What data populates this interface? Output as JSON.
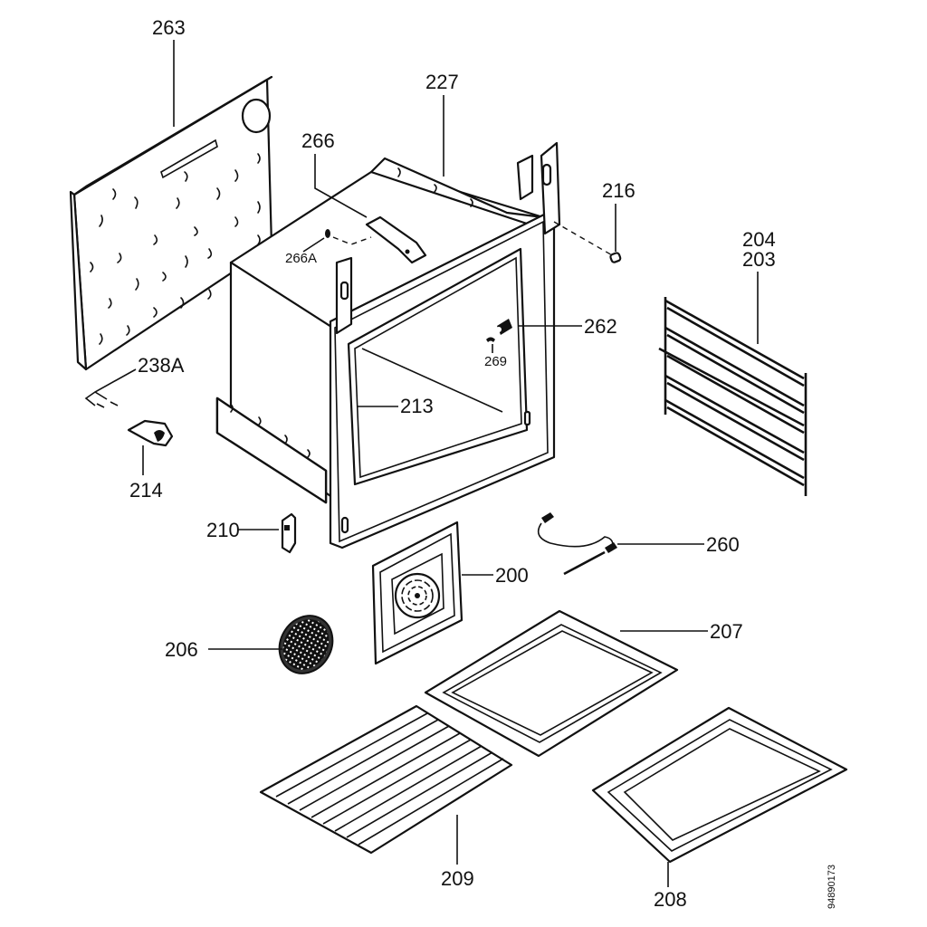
{
  "diagram": {
    "kind": "exploded parts diagram",
    "document_number": "94890173",
    "parts": [
      {
        "id": "263",
        "label": "263"
      },
      {
        "id": "227",
        "label": "227"
      },
      {
        "id": "266",
        "label": "266"
      },
      {
        "id": "266A",
        "label": "266A"
      },
      {
        "id": "216",
        "label": "216"
      },
      {
        "id": "204",
        "label": "204"
      },
      {
        "id": "203",
        "label": "203"
      },
      {
        "id": "262",
        "label": "262"
      },
      {
        "id": "269",
        "label": "269"
      },
      {
        "id": "238A",
        "label": "238A"
      },
      {
        "id": "213",
        "label": "213"
      },
      {
        "id": "214",
        "label": "214"
      },
      {
        "id": "210",
        "label": "210"
      },
      {
        "id": "260",
        "label": "260"
      },
      {
        "id": "200",
        "label": "200"
      },
      {
        "id": "207",
        "label": "207"
      },
      {
        "id": "206",
        "label": "206"
      },
      {
        "id": "209",
        "label": "209"
      },
      {
        "id": "208",
        "label": "208"
      }
    ]
  }
}
